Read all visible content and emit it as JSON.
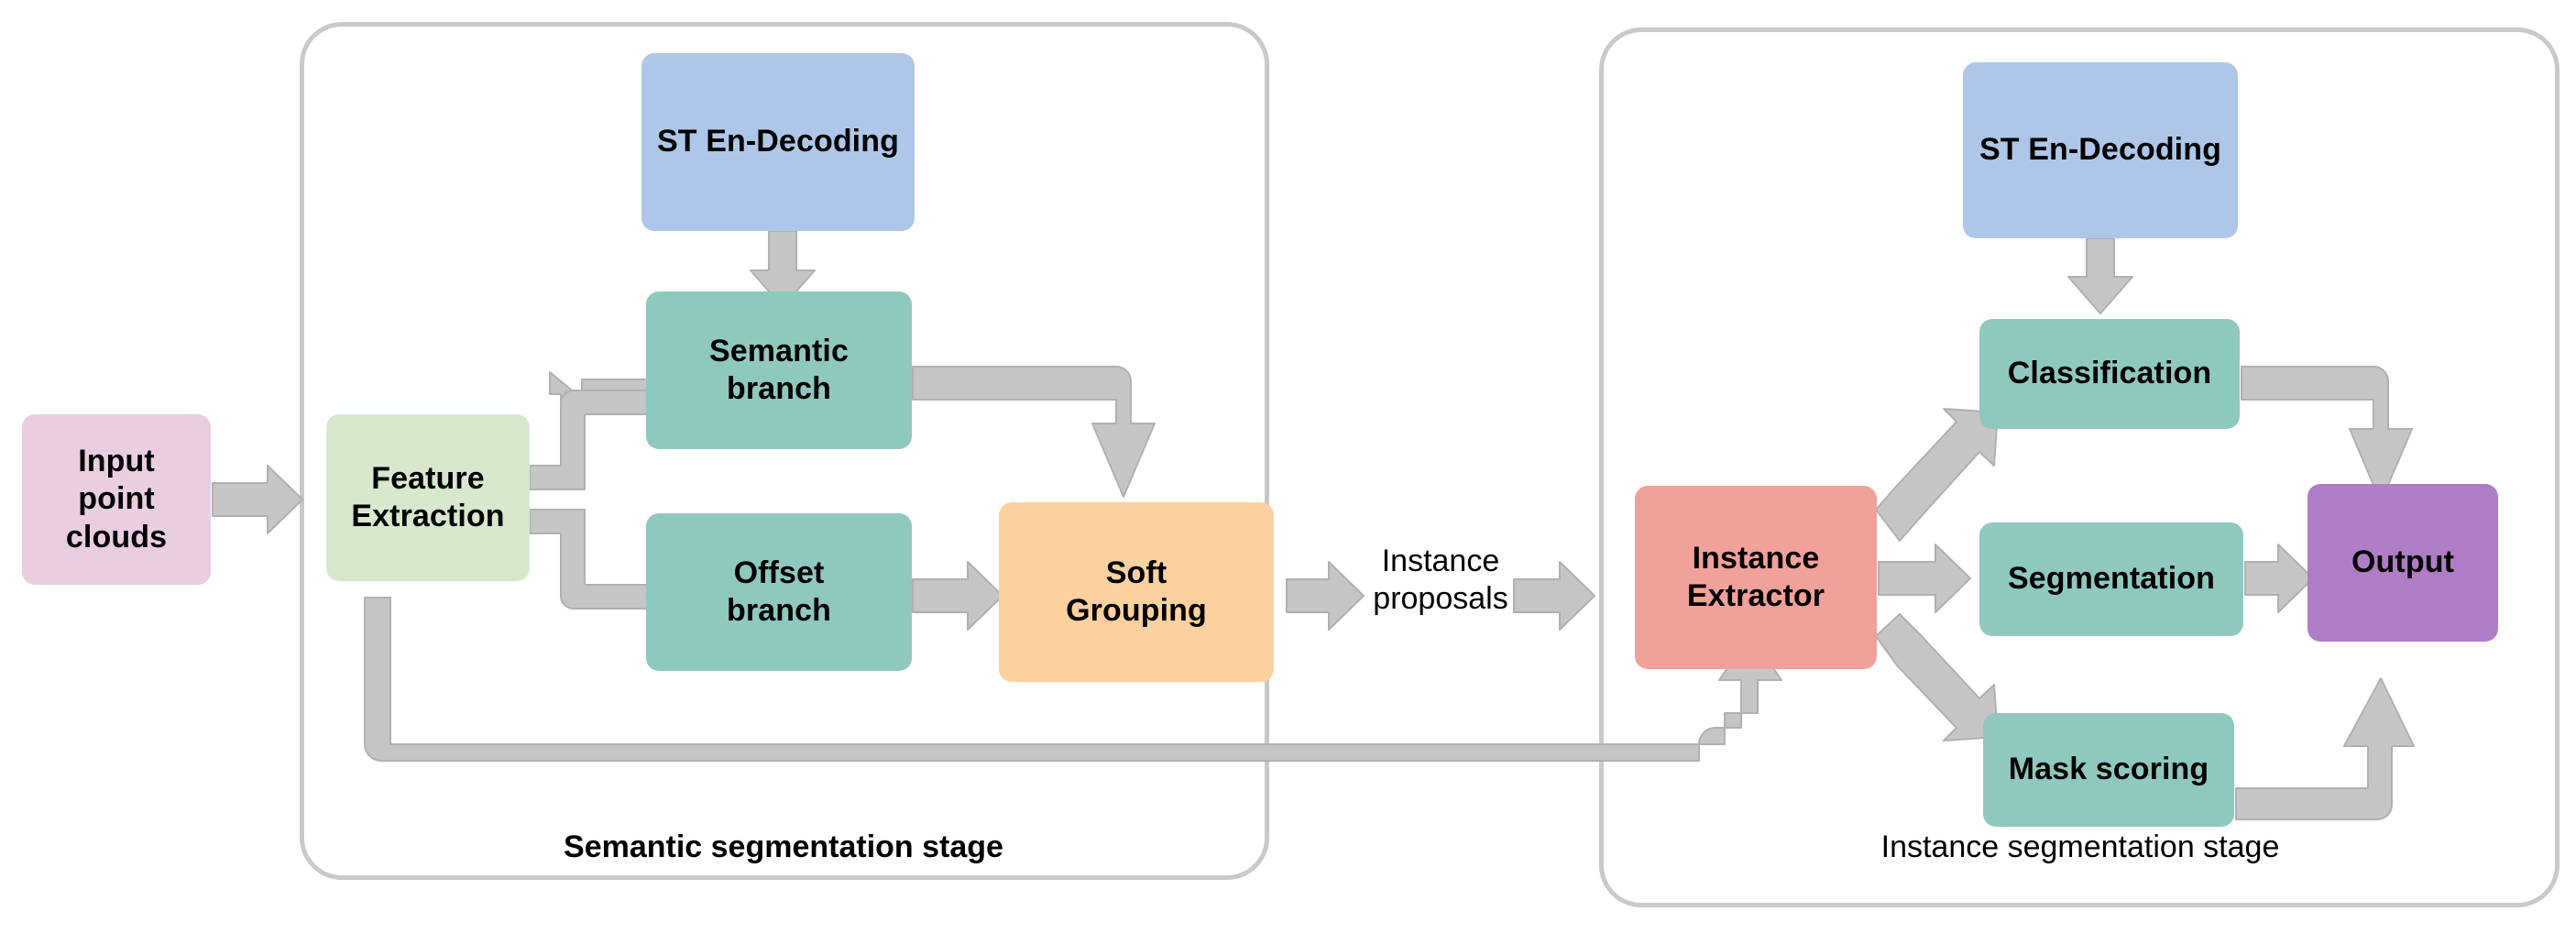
{
  "diagram": {
    "title": "Two-stage point cloud semantic and instance segmentation pipeline",
    "background_color": "#ffffff",
    "panel_border_color": "#c9c9c9",
    "arrow_fill_color": "#c6c6c6",
    "arrow_stroke_color": "#b0b0b0"
  },
  "stages": [
    {
      "id": "semantic-stage",
      "caption": "Semantic segmentation stage",
      "bold": true
    },
    {
      "id": "instance-stage",
      "caption": "Instance segmentation stage",
      "bold": false
    }
  ],
  "nodes": {
    "input_point_clouds": {
      "label": "Input\npoint\nclouds",
      "color": "#e8cee0",
      "font_size": 34
    },
    "feature_extraction": {
      "label": "Feature\nExtraction",
      "color": "#d7e8ce",
      "font_size": 34
    },
    "st_endecoding_left": {
      "label": "ST En-Decoding",
      "color": "#aec7e8",
      "font_size": 34
    },
    "semantic_branch": {
      "label": "Semantic\nbranch",
      "color": "#8fc8bf",
      "font_size": 34
    },
    "offset_branch": {
      "label": "Offset\nbranch",
      "color": "#8fc8bf",
      "font_size": 34
    },
    "soft_grouping": {
      "label": "Soft\nGrouping",
      "color": "#fbd1a0",
      "font_size": 34
    },
    "instance_proposals": {
      "label": "Instance\nproposals",
      "color": "transparent",
      "font_size": 34
    },
    "instance_extractor": {
      "label": "Instance\nExtractor",
      "color": "#f0a19a",
      "font_size": 34
    },
    "st_endecoding_right": {
      "label": "ST En-Decoding",
      "color": "#aec7e8",
      "font_size": 34
    },
    "classification": {
      "label": "Classification",
      "color": "#8fc8bf",
      "font_size": 34
    },
    "segmentation": {
      "label": "Segmentation",
      "color": "#8fc8bf",
      "font_size": 34
    },
    "mask_scoring": {
      "label": "Mask scoring",
      "color": "#8fc8bf",
      "font_size": 34
    },
    "output": {
      "label": "Output",
      "color": "#b07cc6",
      "font_size": 34
    }
  },
  "connections": [
    {
      "id": "input-to-feature",
      "from": "input_point_clouds",
      "to": "feature_extraction",
      "kind": "straight-right"
    },
    {
      "id": "feature-to-semantic",
      "from": "feature_extraction",
      "to": "semantic_branch",
      "kind": "elbow-up-right"
    },
    {
      "id": "feature-to-offset",
      "from": "feature_extraction",
      "to": "offset_branch",
      "kind": "elbow-down-right"
    },
    {
      "id": "st-left-to-semantic",
      "from": "st_endecoding_left",
      "to": "semantic_branch",
      "kind": "straight-down"
    },
    {
      "id": "semantic-to-softgrouping",
      "from": "semantic_branch",
      "to": "soft_grouping",
      "kind": "elbow-right-down"
    },
    {
      "id": "offset-to-softgrouping",
      "from": "offset_branch",
      "to": "soft_grouping",
      "kind": "straight-right"
    },
    {
      "id": "softgrouping-to-proposals",
      "from": "soft_grouping",
      "to": "instance_proposals",
      "kind": "straight-right"
    },
    {
      "id": "proposals-to-extractor",
      "from": "instance_proposals",
      "to": "instance_extractor",
      "kind": "straight-right"
    },
    {
      "id": "feature-to-extractor-skip",
      "from": "feature_extraction",
      "to": "instance_extractor",
      "kind": "long-skip-bottom"
    },
    {
      "id": "st-right-to-classification",
      "from": "st_endecoding_right",
      "to": "classification",
      "kind": "straight-down"
    },
    {
      "id": "extractor-to-classification",
      "from": "instance_extractor",
      "to": "classification",
      "kind": "diagonal-up-right"
    },
    {
      "id": "extractor-to-segmentation",
      "from": "instance_extractor",
      "to": "segmentation",
      "kind": "straight-right"
    },
    {
      "id": "extractor-to-maskscoring",
      "from": "instance_extractor",
      "to": "mask_scoring",
      "kind": "diagonal-down-right"
    },
    {
      "id": "classification-to-output",
      "from": "classification",
      "to": "output",
      "kind": "elbow-right-down"
    },
    {
      "id": "segmentation-to-output",
      "from": "segmentation",
      "to": "output",
      "kind": "straight-right"
    },
    {
      "id": "maskscoring-to-output",
      "from": "mask_scoring",
      "to": "output",
      "kind": "elbow-right-up"
    }
  ]
}
